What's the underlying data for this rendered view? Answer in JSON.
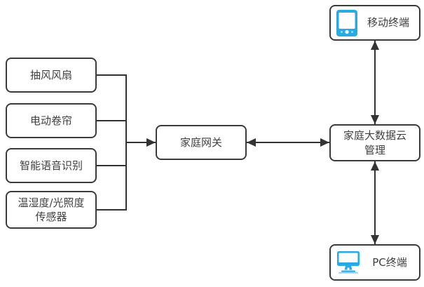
{
  "diagram": {
    "nodes": {
      "exhaust_fan": {
        "lines": [
          "抽风风扇"
        ]
      },
      "roller_blind": {
        "lines": [
          "电动卷帘"
        ]
      },
      "voice_recognition": {
        "lines": [
          "智能语音识别"
        ]
      },
      "sensor": {
        "lines": [
          "温湿度/光照度",
          "传感器"
        ]
      },
      "gateway": {
        "lines": [
          "家庭网关"
        ]
      },
      "cloud": {
        "lines": [
          "家庭大数据云",
          "管理"
        ]
      },
      "mobile": {
        "label": "移动终端",
        "icon": "smartphone-icon"
      },
      "pc": {
        "label": "PC终端",
        "icon": "monitor-icon"
      }
    },
    "connections": [
      {
        "from": "exhaust_fan",
        "to": "bus",
        "arrow": "none"
      },
      {
        "from": "roller_blind",
        "to": "bus",
        "arrow": "none"
      },
      {
        "from": "voice_recognition",
        "to": "bus",
        "arrow": "none"
      },
      {
        "from": "sensor",
        "to": "bus",
        "arrow": "none"
      },
      {
        "from": "bus",
        "to": "gateway",
        "arrow": "end"
      },
      {
        "from": "gateway",
        "to": "cloud",
        "arrow": "both"
      },
      {
        "from": "mobile",
        "to": "cloud",
        "arrow": "both"
      },
      {
        "from": "cloud",
        "to": "pc",
        "arrow": "both"
      }
    ],
    "colors": {
      "box_border": "#3b3b3b",
      "box_fill": "#ffffff",
      "connector": "#333333",
      "text": "#3f3f3f",
      "device_icon_accent": "#29abe2"
    }
  }
}
